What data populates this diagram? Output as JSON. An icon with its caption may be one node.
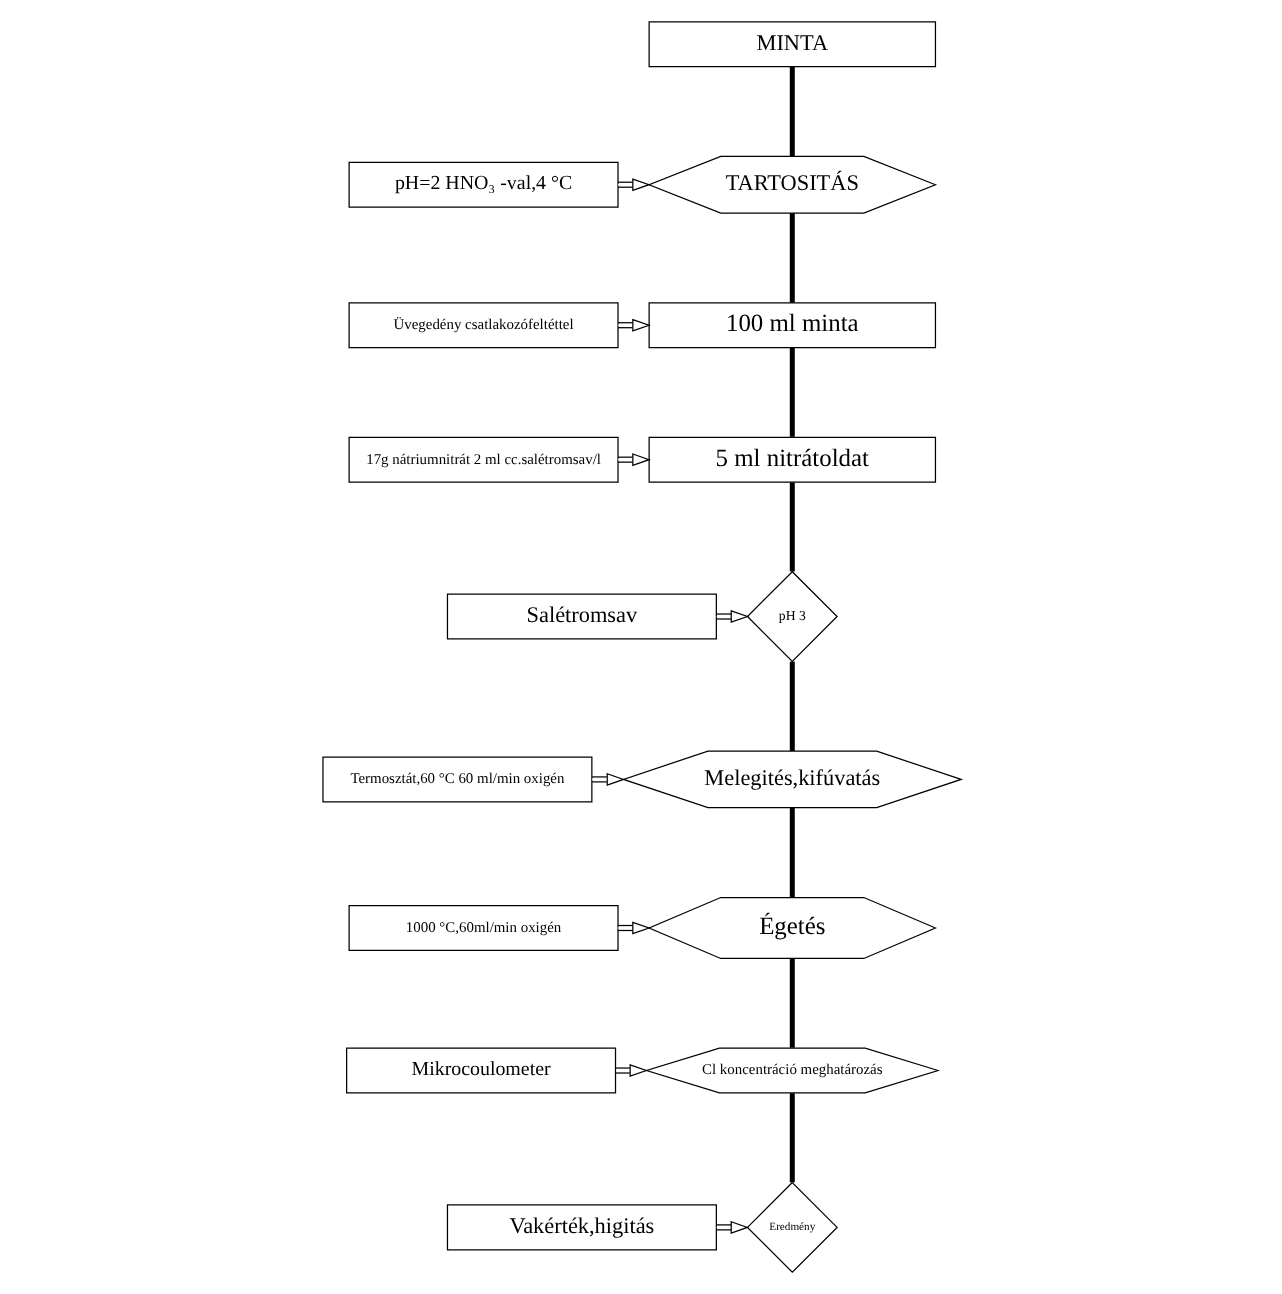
{
  "diagram": {
    "nodes": [
      {
        "text": [
          "MINTA"
        ]
      },
      {
        "text": [
          "TARTOSITÁS"
        ]
      },
      {
        "text": [
          "pH=2 HNO₃ -val,4 °C"
        ]
      },
      {
        "text": [
          "100 ml minta"
        ]
      },
      {
        "text": [
          "Üvegedény csatlakozófeltéttel"
        ]
      },
      {
        "text": [
          "5 ml nitrátoldat"
        ]
      },
      {
        "text": [
          "17g nátriumnitrát 2 ml cc.salétromsav/l"
        ]
      },
      {
        "text": [
          "pH 3"
        ]
      },
      {
        "text": [
          "Salétromsav"
        ]
      },
      {
        "text": [
          "Melegités,kifúvatás"
        ]
      },
      {
        "text": [
          "Termosztát,60 °C 60 ml/min oxigén"
        ]
      },
      {
        "text": [
          "Égetés"
        ]
      },
      {
        "text": [
          "1000 °C,60ml/min oxigén"
        ]
      },
      {
        "text": [
          "Cl koncentráció meghatározás"
        ]
      },
      {
        "text": [
          "Mikrocoulometer"
        ]
      },
      {
        "text": [
          "Vakérték,higitás"
        ]
      },
      {
        "text": [
          "Eredmény"
        ]
      }
    ],
    "edges": [
      {
        "from": 0,
        "to": 1,
        "arrow": "none",
        "style": "thick"
      },
      {
        "from": 2,
        "to": 1,
        "arrow": "to"
      },
      {
        "from": 1,
        "to": 3,
        "arrow": "none",
        "style": "thick"
      },
      {
        "from": 4,
        "to": 3,
        "arrow": "to"
      },
      {
        "from": 3,
        "to": 5,
        "arrow": "none",
        "style": "thick"
      },
      {
        "from": 6,
        "to": 5,
        "arrow": "to"
      },
      {
        "from": 5,
        "to": 7,
        "arrow": "none",
        "style": "thick"
      },
      {
        "from": 8,
        "to": 7,
        "arrow": "to"
      },
      {
        "from": 7,
        "to": 9,
        "arrow": "none",
        "style": "thick"
      },
      {
        "from": 10,
        "to": 9,
        "arrow": "to"
      },
      {
        "from": 9,
        "to": 11,
        "arrow": "none",
        "style": "thick"
      },
      {
        "from": 12,
        "to": 11,
        "arrow": "to"
      },
      {
        "from": 11,
        "to": 13,
        "arrow": "none",
        "style": "thick"
      },
      {
        "from": 14,
        "to": 13,
        "arrow": "to"
      },
      {
        "from": 13,
        "to": 16,
        "arrow": "none",
        "style": "thick"
      },
      {
        "from": 15,
        "to": 16,
        "arrow": "to"
      }
    ]
  }
}
